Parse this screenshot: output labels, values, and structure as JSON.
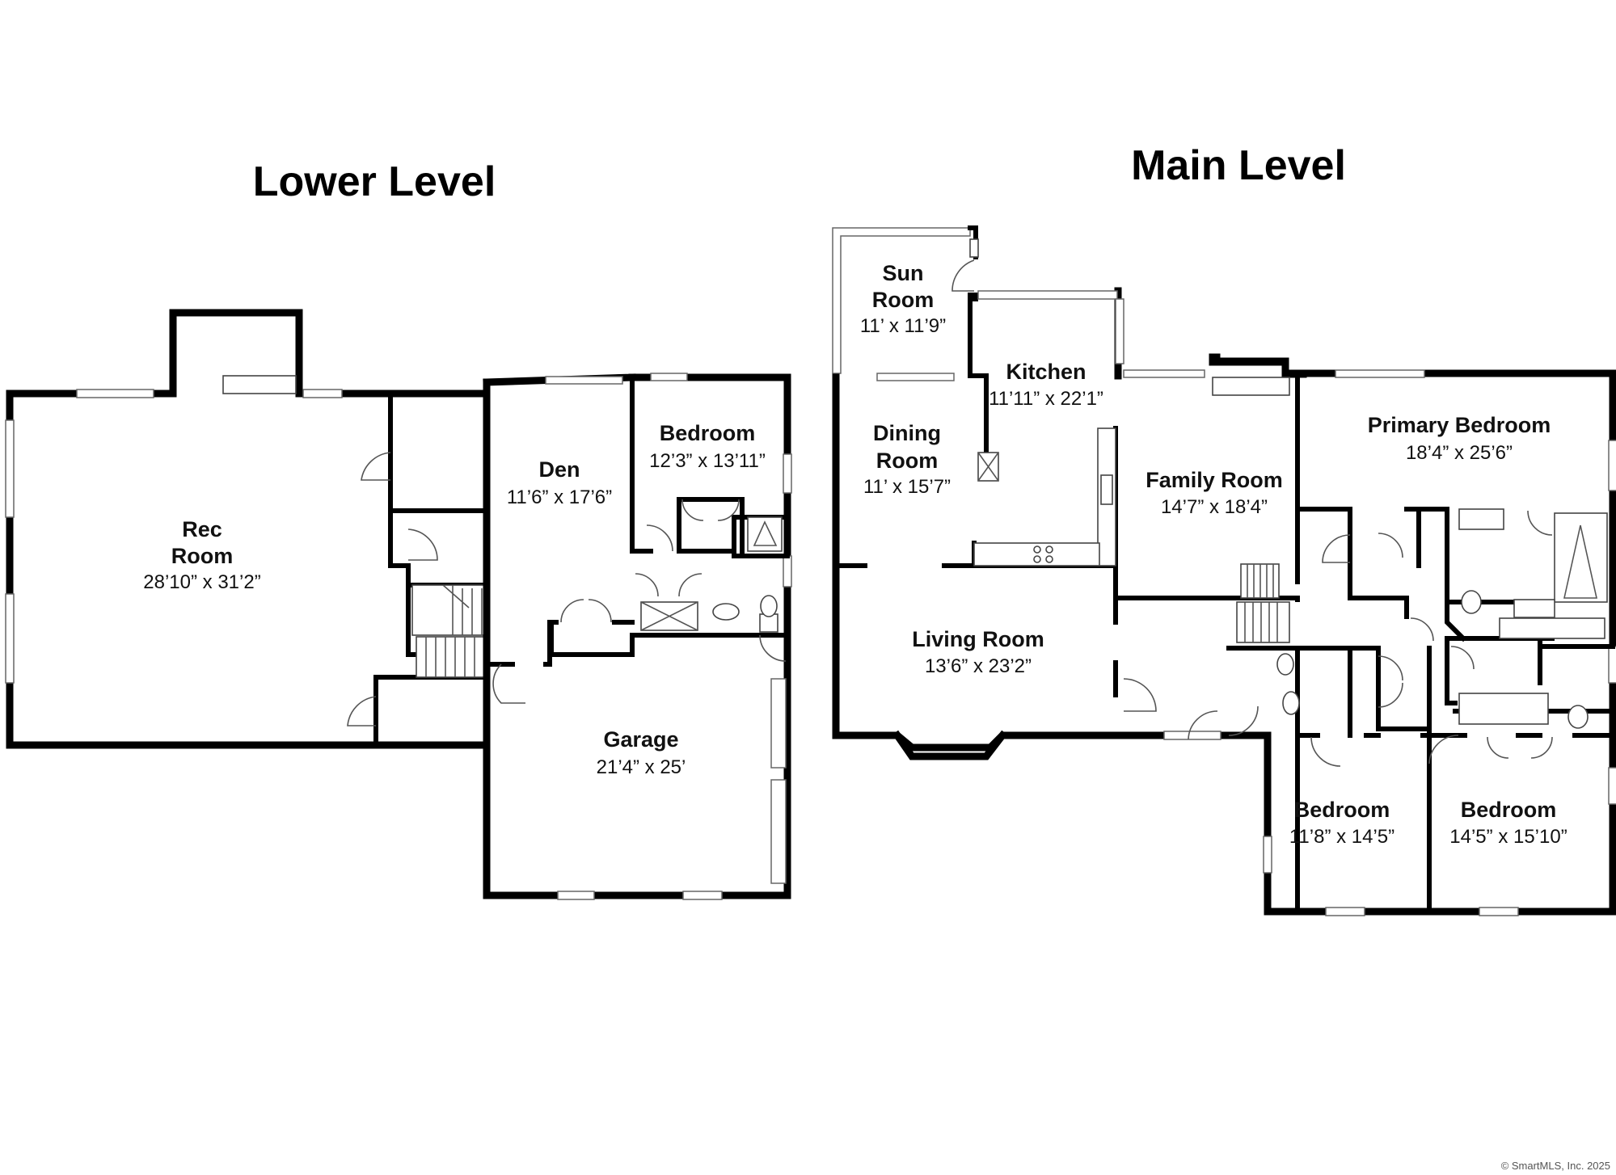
{
  "levels": [
    {
      "title": "Lower Level",
      "rooms": [
        {
          "name_lines": [
            "Rec",
            "Room"
          ],
          "dims": "28’10” x 31’2”"
        },
        {
          "name_lines": [
            "Den"
          ],
          "dims": "11’6” x 17’6”"
        },
        {
          "name_lines": [
            "Bedroom"
          ],
          "dims": "12’3” x 13’11”"
        },
        {
          "name_lines": [
            "Garage"
          ],
          "dims": "21’4” x 25’"
        }
      ]
    },
    {
      "title": "Main Level",
      "rooms": [
        {
          "name_lines": [
            "Sun",
            "Room"
          ],
          "dims": "11’ x 11’9”"
        },
        {
          "name_lines": [
            "Kitchen"
          ],
          "dims": "11’11” x 22’1”"
        },
        {
          "name_lines": [
            "Dining",
            "Room"
          ],
          "dims": "11’ x 15’7”"
        },
        {
          "name_lines": [
            "Family Room"
          ],
          "dims": "14’7” x 18’4”"
        },
        {
          "name_lines": [
            "Primary Bedroom"
          ],
          "dims": "18’4” x 25’6”"
        },
        {
          "name_lines": [
            "Living Room"
          ],
          "dims": "13’6” x 23’2”"
        },
        {
          "name_lines": [
            "Bedroom"
          ],
          "dims": "11’8” x 14’5”"
        },
        {
          "name_lines": [
            "Bedroom"
          ],
          "dims": "14’5” x 15’10”"
        }
      ]
    }
  ],
  "copyright": "© SmartMLS, Inc. 2025"
}
